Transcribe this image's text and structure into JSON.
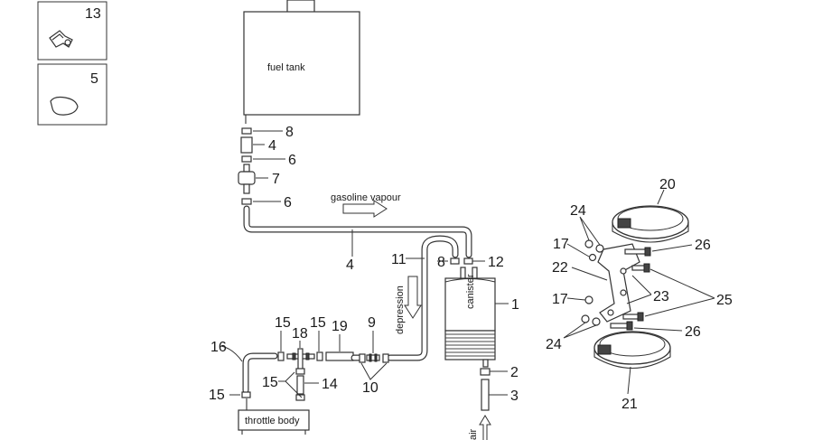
{
  "labels": {
    "fuel_tank": "fuel tank",
    "gasoline_vapour": "gasoline vapour",
    "depression": "depression",
    "canister": "canister",
    "throttle_body": "throttle body",
    "air": "air"
  },
  "callouts": {
    "n13": "13",
    "n5": "5",
    "n8a": "8",
    "n4a": "4",
    "n6a": "6",
    "n7": "7",
    "n6b": "6",
    "n4b": "4",
    "n11": "11",
    "n8b": "8",
    "n12": "12",
    "n1": "1",
    "n9": "9",
    "n19": "19",
    "n15a": "15",
    "n15b": "15",
    "n18": "18",
    "n16": "16",
    "n15c": "15",
    "n15d": "15",
    "n14": "14",
    "n10": "10",
    "n2": "2",
    "n3": "3",
    "n20": "20",
    "n24a": "24",
    "n17a": "17",
    "n26a": "26",
    "n22": "22",
    "n23": "23",
    "n25": "25",
    "n17b": "17",
    "n26b": "26",
    "n24b": "24",
    "n21": "21"
  }
}
